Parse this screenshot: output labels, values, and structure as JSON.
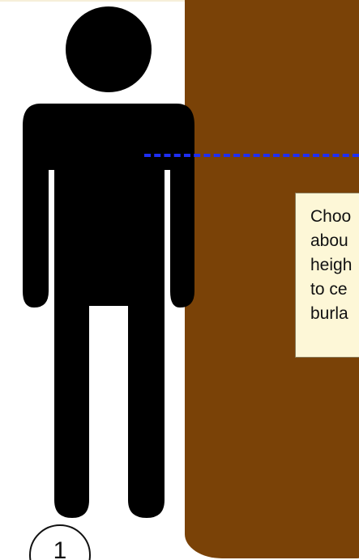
{
  "colors": {
    "trunk": "#7a4207",
    "person": "#000000",
    "guide_line": "#1e2ef5",
    "note_background": "#fdf7d7",
    "top_strip": "#f6efd9"
  },
  "note": {
    "lines": [
      "Choo",
      "abou",
      "heigh",
      "to ce",
      "burla"
    ]
  },
  "step_badge": {
    "number": "1"
  }
}
